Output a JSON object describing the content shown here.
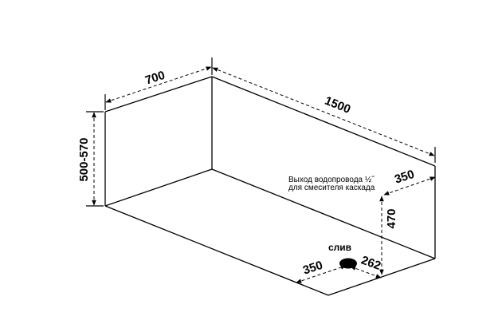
{
  "dimensions": {
    "width": "700",
    "length": "1500",
    "height": "500-570",
    "outlet_offset_side": "350",
    "outlet_height": "470",
    "drain_offset_side": "350",
    "drain_offset_end": "262"
  },
  "labels": {
    "drain": "слив",
    "outlet_line1": "Выход водопровода ½˝",
    "outlet_line2": "для смесителя каскада"
  }
}
